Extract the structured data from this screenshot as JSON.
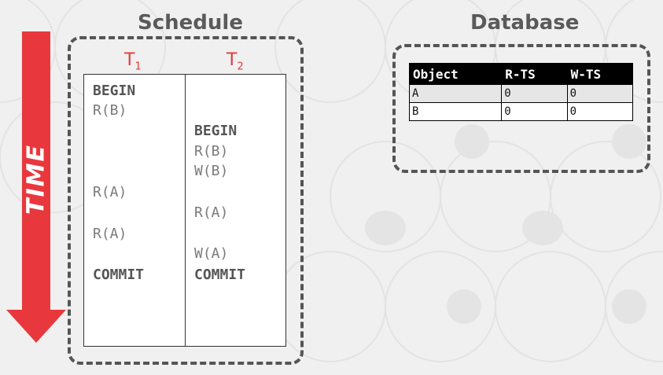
{
  "schedule": {
    "title": "Schedule",
    "t1_label": "T",
    "t1_sub": "1",
    "t2_label": "T",
    "t2_sub": "2",
    "t1_ops": [
      "BEGIN",
      "R(B)",
      "R(A)",
      "R(A)",
      "COMMIT"
    ],
    "t2_ops": [
      "BEGIN",
      "R(B)",
      "W(B)",
      "R(A)",
      "W(A)",
      "COMMIT"
    ]
  },
  "time_label": "TIME",
  "database": {
    "title": "Database",
    "columns": [
      "Object",
      "R-TS",
      "W-TS"
    ],
    "rows": [
      [
        "A",
        "0",
        "0"
      ],
      [
        "B",
        "0",
        "0"
      ]
    ]
  },
  "colors": {
    "background": "#f0f0f0",
    "arrow": "#e8383d",
    "transaction_label": "#e23b3b",
    "title": "#5a5a5a"
  }
}
